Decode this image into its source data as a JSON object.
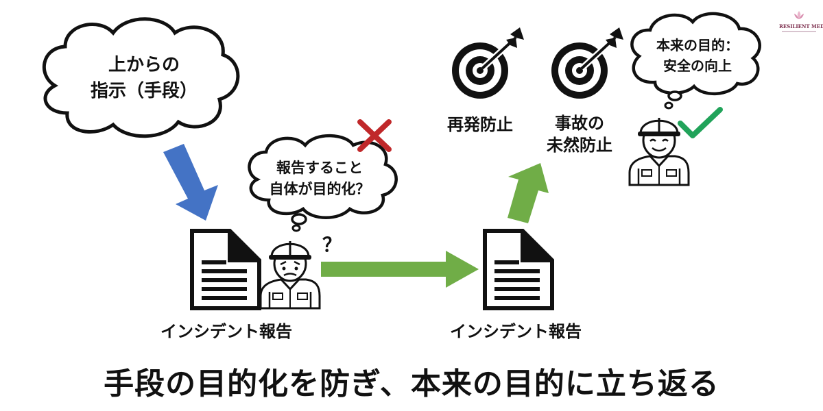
{
  "thought_top": [
    "上からの",
    "指示（手段）"
  ],
  "thought_middle": [
    "報告すること",
    "自体が目的化？"
  ],
  "thought_right": [
    "本来の目的：",
    "安全の向上"
  ],
  "doc_label_left": "インシデント報告",
  "doc_label_right": "インシデント報告",
  "target_left_label": [
    "再発防止"
  ],
  "target_right_label": [
    "事故の",
    "未然防止"
  ],
  "question_mark": "？",
  "title": "手段の目的化を防ぎ、本来の目的に立ち返る",
  "logo": {
    "text": "RESILIENT MEDICAL",
    "icon": "lotus-icon"
  },
  "colors": {
    "blue_arrow": "#4473c5",
    "green_arrow": "#70ad47",
    "cross": "#c0282a",
    "check": "#21a35a",
    "ink": "#111111"
  }
}
